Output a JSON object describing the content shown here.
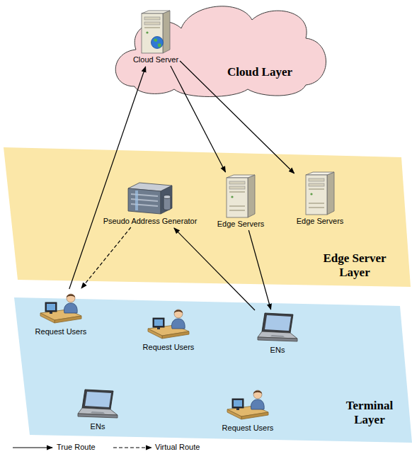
{
  "diagram": {
    "nodes": [
      {
        "text": [
          "Cloud Layer"
        ]
      },
      {
        "text": [
          "Cloud Server"
        ],
        "in": 0
      },
      {
        "text": [
          "Edge Server Layer"
        ]
      },
      {
        "text": [
          "Pseudo Address Generator"
        ],
        "in": 2
      },
      {
        "text": [
          "Edge Servers"
        ],
        "in": 2
      },
      {
        "text": [
          "Edge Servers"
        ],
        "in": 2
      },
      {
        "text": [
          "Terminal Layer"
        ]
      },
      {
        "text": [
          "Request Users"
        ],
        "in": 6
      },
      {
        "text": [
          "Request Users"
        ],
        "in": 6
      },
      {
        "text": [
          "ENs"
        ],
        "in": 6
      },
      {
        "text": [
          "ENs"
        ],
        "in": 6
      },
      {
        "text": [
          "Request Users"
        ],
        "in": 6
      }
    ],
    "edges": [
      {
        "from": 7,
        "to": 1,
        "arrow": "to"
      },
      {
        "from": 1,
        "to": 4,
        "arrow": "to"
      },
      {
        "from": 1,
        "to": 5,
        "arrow": "to"
      },
      {
        "from": 4,
        "to": 9,
        "arrow": "to"
      },
      {
        "from": 9,
        "to": 3,
        "arrow": "to"
      },
      {
        "from": 3,
        "to": 7,
        "arrow": "to"
      }
    ],
    "legend": [
      {
        "text": "True Route"
      },
      {
        "text": "Virtual Route"
      }
    ]
  }
}
